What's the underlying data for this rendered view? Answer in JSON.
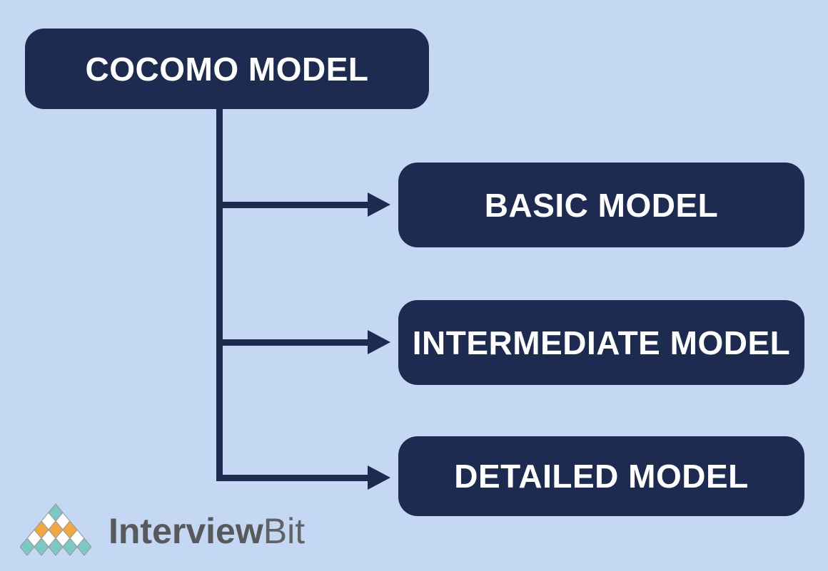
{
  "diagram": {
    "root": {
      "label": "COCOMO MODEL"
    },
    "children": [
      {
        "label": "BASIC MODEL"
      },
      {
        "label": "INTERMEDIATE MODEL"
      },
      {
        "label": "DETAILED MODEL"
      }
    ]
  },
  "colors": {
    "background": "#c5d8f3",
    "node_fill": "#1d2b50",
    "node_text": "#ffffff",
    "connector": "#1d2b50"
  },
  "logo": {
    "brand_bold": "Interview",
    "brand_light": "Bit",
    "text_color": "#58595b",
    "pyramid_rows": [
      [
        "teal"
      ],
      [
        "white",
        "white"
      ],
      [
        "orange",
        "orange",
        "orange"
      ],
      [
        "white",
        "white",
        "white",
        "white"
      ],
      [
        "teal",
        "teal",
        "teal",
        "teal",
        "teal"
      ]
    ],
    "palette": {
      "teal": "#7bc9c4",
      "white": "#ffffff",
      "orange": "#f4a73f",
      "outline": "#9b9b9b"
    }
  }
}
